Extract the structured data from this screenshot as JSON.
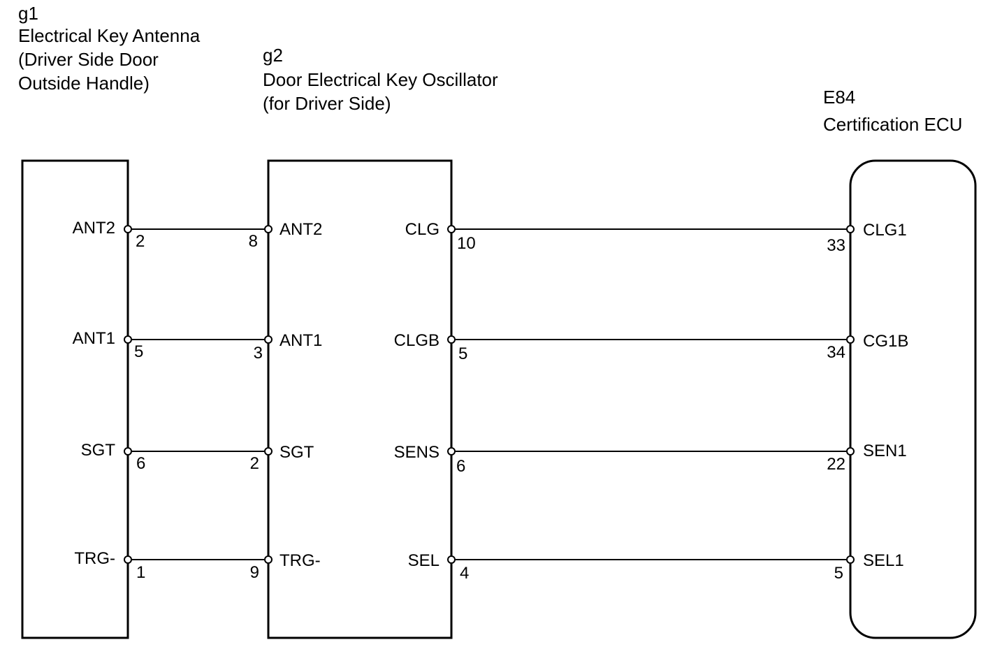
{
  "components": {
    "g1": {
      "code": "g1",
      "name_lines": [
        "Electrical Key Antenna",
        "(Driver Side Door",
        "Outside Handle)"
      ]
    },
    "g2": {
      "code": "g2",
      "name_lines": [
        "Door Electrical Key Oscillator",
        "(for Driver Side)"
      ]
    },
    "e84": {
      "code": "E84",
      "name_lines": [
        "Certification ECU"
      ]
    }
  },
  "wires_left": [
    {
      "g1_terminal": "ANT2",
      "g1_pin": "2",
      "g2_pin": "8",
      "g2_terminal": "ANT2"
    },
    {
      "g1_terminal": "ANT1",
      "g1_pin": "5",
      "g2_pin": "3",
      "g2_terminal": "ANT1"
    },
    {
      "g1_terminal": "SGT",
      "g1_pin": "6",
      "g2_pin": "2",
      "g2_terminal": "SGT"
    },
    {
      "g1_terminal": "TRG-",
      "g1_pin": "1",
      "g2_pin": "9",
      "g2_terminal": "TRG-"
    }
  ],
  "wires_right": [
    {
      "g2_terminal": "CLG",
      "g2_pin": "10",
      "ecu_pin": "33",
      "ecu_terminal": "CLG1"
    },
    {
      "g2_terminal": "CLGB",
      "g2_pin": "5",
      "ecu_pin": "34",
      "ecu_terminal": "CG1B"
    },
    {
      "g2_terminal": "SENS",
      "g2_pin": "6",
      "ecu_pin": "22",
      "ecu_terminal": "SEN1"
    },
    {
      "g2_terminal": "SEL",
      "g2_pin": "4",
      "ecu_pin": "5",
      "ecu_terminal": "SEL1"
    }
  ]
}
